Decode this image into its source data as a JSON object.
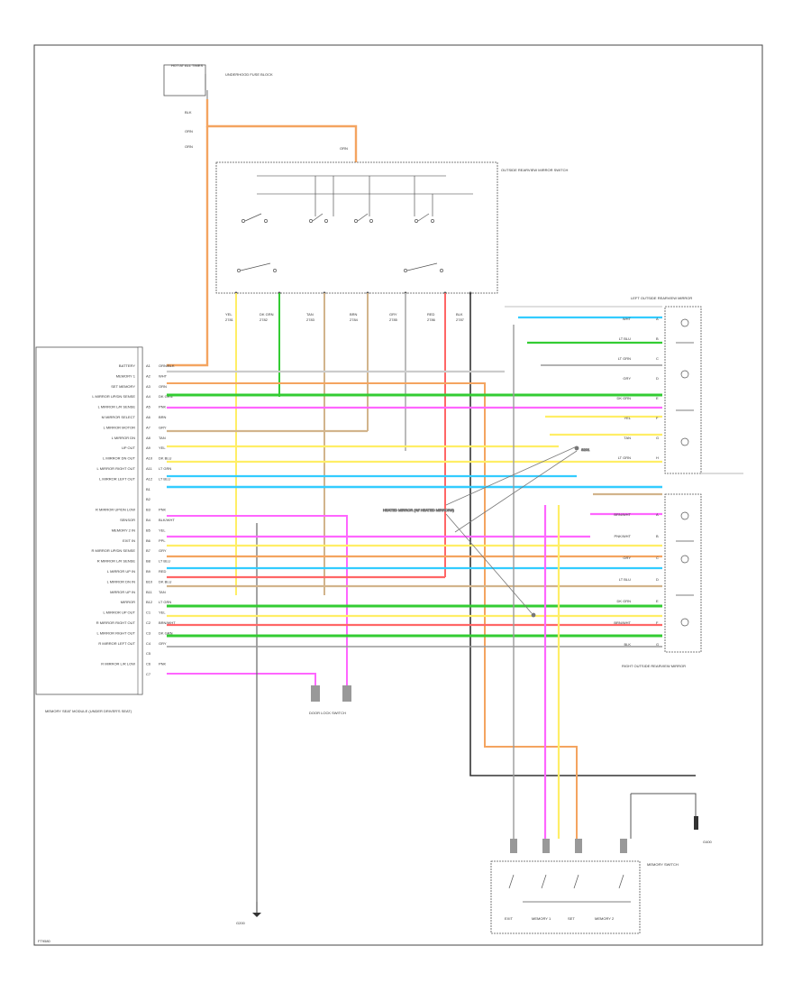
{
  "labels": {
    "hot_at_all_times": "HOT AT ALL TIMES",
    "underhood_fuse_block": "UNDERHOOD FUSE BLOCK",
    "fuse_name": "",
    "ref_code": "FT9580",
    "mirror_switch": "OUTSIDE REARVIEW MIRROR SWITCH",
    "module": "MEMORY SEAT MODULE (UNDER DRIVER'S SEAT)",
    "left_mirror": "LEFT OUTSIDE REARVIEW MIRROR",
    "right_mirror": "RIGHT OUTSIDE REARVIEW MIRROR",
    "heated_note": "HEATED MIRROR (W/ HEATED MIRRORS)",
    "door_switch": "DOOR LOCK SWITCH",
    "memory_switch": "MEMORY SWITCH",
    "ground_left": "G200",
    "ground_right": "G400",
    "splice": "S201",
    "exit": "EXIT",
    "memory1": "MEMORY 1",
    "memory2": "MEMORY 2",
    "set": "SET"
  },
  "module_pins": [
    {
      "name": "BATTERY",
      "pin": "A1",
      "color": "ORN/BLK"
    },
    {
      "name": "MEMORY 1",
      "pin": "A2",
      "color": "WHT"
    },
    {
      "name": "SET MEMORY",
      "pin": "A3",
      "color": "ORN"
    },
    {
      "name": "L MIRROR UP/DN SENSE",
      "pin": "A4",
      "color": "DK GRN"
    },
    {
      "name": "L MIRROR L/R SENSE",
      "pin": "A5",
      "color": "PNK"
    },
    {
      "name": "M MIRROR SELECT",
      "pin": "A6",
      "color": "BRN"
    },
    {
      "name": "L MIRROR MOTOR",
      "pin": "A7",
      "color": "GRY"
    },
    {
      "name": "L MIRROR DN",
      "pin": "A8",
      "color": "TAN"
    },
    {
      "name": "UP OUT",
      "pin": "A9",
      "color": "YEL"
    },
    {
      "name": "L MIRROR DN OUT",
      "pin": "A10",
      "color": "DK BLU"
    },
    {
      "name": "L MIRROR RIGHT OUT",
      "pin": "A11",
      "color": "LT GRN"
    },
    {
      "name": "L MIRROR LEFT OUT",
      "pin": "A12",
      "color": "LT BLU"
    },
    {
      "name": "",
      "pin": "B1",
      "color": ""
    },
    {
      "name": "",
      "pin": "B2",
      "color": ""
    },
    {
      "name": "R MIRROR UP/DN LOW",
      "pin": "B3",
      "color": "PNK"
    },
    {
      "name": "SENSOR",
      "pin": "B4",
      "color": "BLK/WHT"
    },
    {
      "name": "MEMORY 2 IN",
      "pin": "B5",
      "color": "YEL"
    },
    {
      "name": "EXIT IN",
      "pin": "B6",
      "color": "PPL"
    },
    {
      "name": "R MIRROR UP/DN SENSE",
      "pin": "B7",
      "color": "GRY"
    },
    {
      "name": "R MIRROR L/R SENSE",
      "pin": "B8",
      "color": "LT BLU"
    },
    {
      "name": "L MIRROR UP IN",
      "pin": "B9",
      "color": "RED"
    },
    {
      "name": "L MIRROR DN IN",
      "pin": "B10",
      "color": "DK BLU"
    },
    {
      "name": "MIRROR UP IN",
      "pin": "B11",
      "color": "TAN"
    },
    {
      "name": "MIRROR",
      "pin": "B12",
      "color": "LT GRN"
    },
    {
      "name": "L MIRROR UP OUT",
      "pin": "C1",
      "color": "YEL"
    },
    {
      "name": "R MIRROR RIGHT OUT",
      "pin": "C2",
      "color": "BRN/WHT"
    },
    {
      "name": "L MIRROR RIGHT OUT",
      "pin": "C3",
      "color": "DK GRN"
    },
    {
      "name": "R MIRROR LEFT OUT",
      "pin": "C4",
      "color": "GRY"
    },
    {
      "name": "",
      "pin": "C5",
      "color": ""
    },
    {
      "name": "R MIRROR L/R LOW",
      "pin": "C6",
      "color": "PNK"
    },
    {
      "name": "",
      "pin": "C7",
      "color": ""
    }
  ],
  "switch_wires": [
    {
      "color": "YEL",
      "circuit": "2781"
    },
    {
      "color": "DK GRN",
      "circuit": "2782"
    },
    {
      "color": "TAN",
      "circuit": "2783"
    },
    {
      "color": "BRN",
      "circuit": "2784"
    },
    {
      "color": "GRY",
      "circuit": "2785"
    },
    {
      "color": "RED",
      "circuit": "2786"
    },
    {
      "color": "BLK",
      "circuit": "2787"
    }
  ],
  "left_mirror_pins": [
    {
      "color": "WHT",
      "pin": "A"
    },
    {
      "color": "LT BLU",
      "pin": "B"
    },
    {
      "color": "LT GRN",
      "pin": "C"
    },
    {
      "color": "GRY",
      "pin": "D"
    },
    {
      "color": "DK GRN",
      "pin": "E"
    },
    {
      "color": "YEL",
      "pin": "F"
    },
    {
      "color": "TAN",
      "pin": "G"
    },
    {
      "color": "LT GRN",
      "pin": "H"
    }
  ],
  "right_mirror_pins": [
    {
      "color": "BRN/WHT",
      "pin": "A"
    },
    {
      "color": "PNK/WHT",
      "pin": "B"
    },
    {
      "color": "GRY",
      "pin": "C"
    },
    {
      "color": "LT BLU",
      "pin": "D"
    },
    {
      "color": "DK GRN",
      "pin": "E"
    },
    {
      "color": "BRN/WHT",
      "pin": "F"
    },
    {
      "color": "BLK",
      "pin": "G"
    }
  ],
  "wire_colors": {
    "orange": "#f4a460",
    "yellow": "#ffee66",
    "pink": "#ff66ff",
    "green": "#33cc33",
    "cyan": "#33ccff",
    "red": "#ff6666",
    "grey": "#999999",
    "black": "#333333",
    "tan": "#d2b48c"
  }
}
